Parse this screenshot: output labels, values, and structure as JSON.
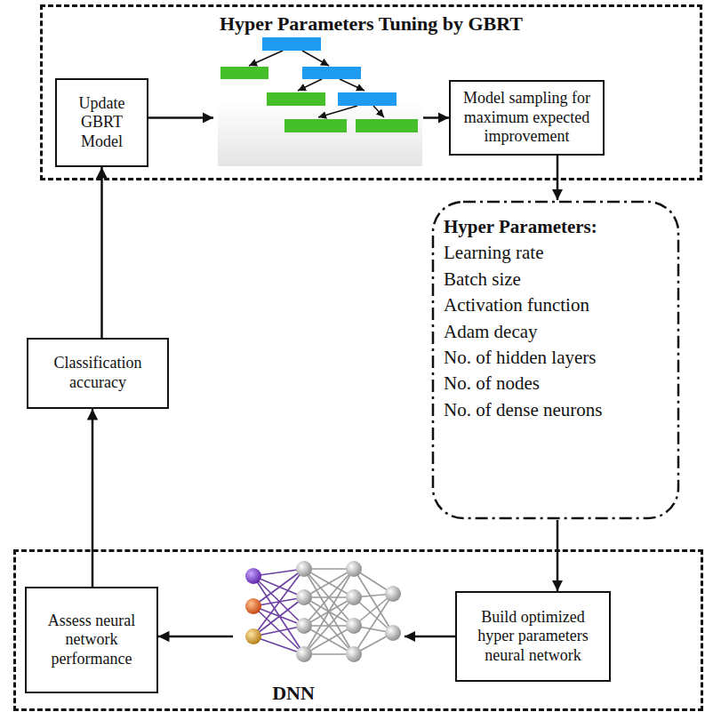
{
  "diagram": {
    "nodes": [
      {
        "text": [
          "Hyper Parameters Tuning by GBRT"
        ]
      },
      {
        "text": [
          "Update GBRT Model"
        ],
        "in": 0
      },
      {
        "text": [
          "Model sampling for maximum expected improvement"
        ],
        "in": 0
      },
      {
        "text": [
          "Hyper Parameters:",
          "Learning rate",
          "Batch size",
          "Activation function",
          "Adam decay",
          "No. of hidden layers",
          "No. of nodes",
          "No. of dense neurons"
        ]
      },
      {
        "text": [
          "DNN"
        ]
      },
      {
        "text": [
          "Assess neural network performance"
        ],
        "in": 4
      },
      {
        "text": [
          "Build optimized hyper parameters neural network"
        ],
        "in": 4
      },
      {
        "text": [
          "Classification accuracy"
        ]
      }
    ],
    "edges": [
      {
        "from": 1,
        "to": 2,
        "arrow": "to"
      },
      {
        "from": 2,
        "to": 3,
        "arrow": "to"
      },
      {
        "from": 3,
        "to": 6,
        "arrow": "to"
      },
      {
        "from": 6,
        "to": 5,
        "arrow": "to"
      },
      {
        "from": 5,
        "to": 7,
        "arrow": "to"
      },
      {
        "from": 7,
        "to": 1,
        "arrow": "to"
      }
    ]
  }
}
